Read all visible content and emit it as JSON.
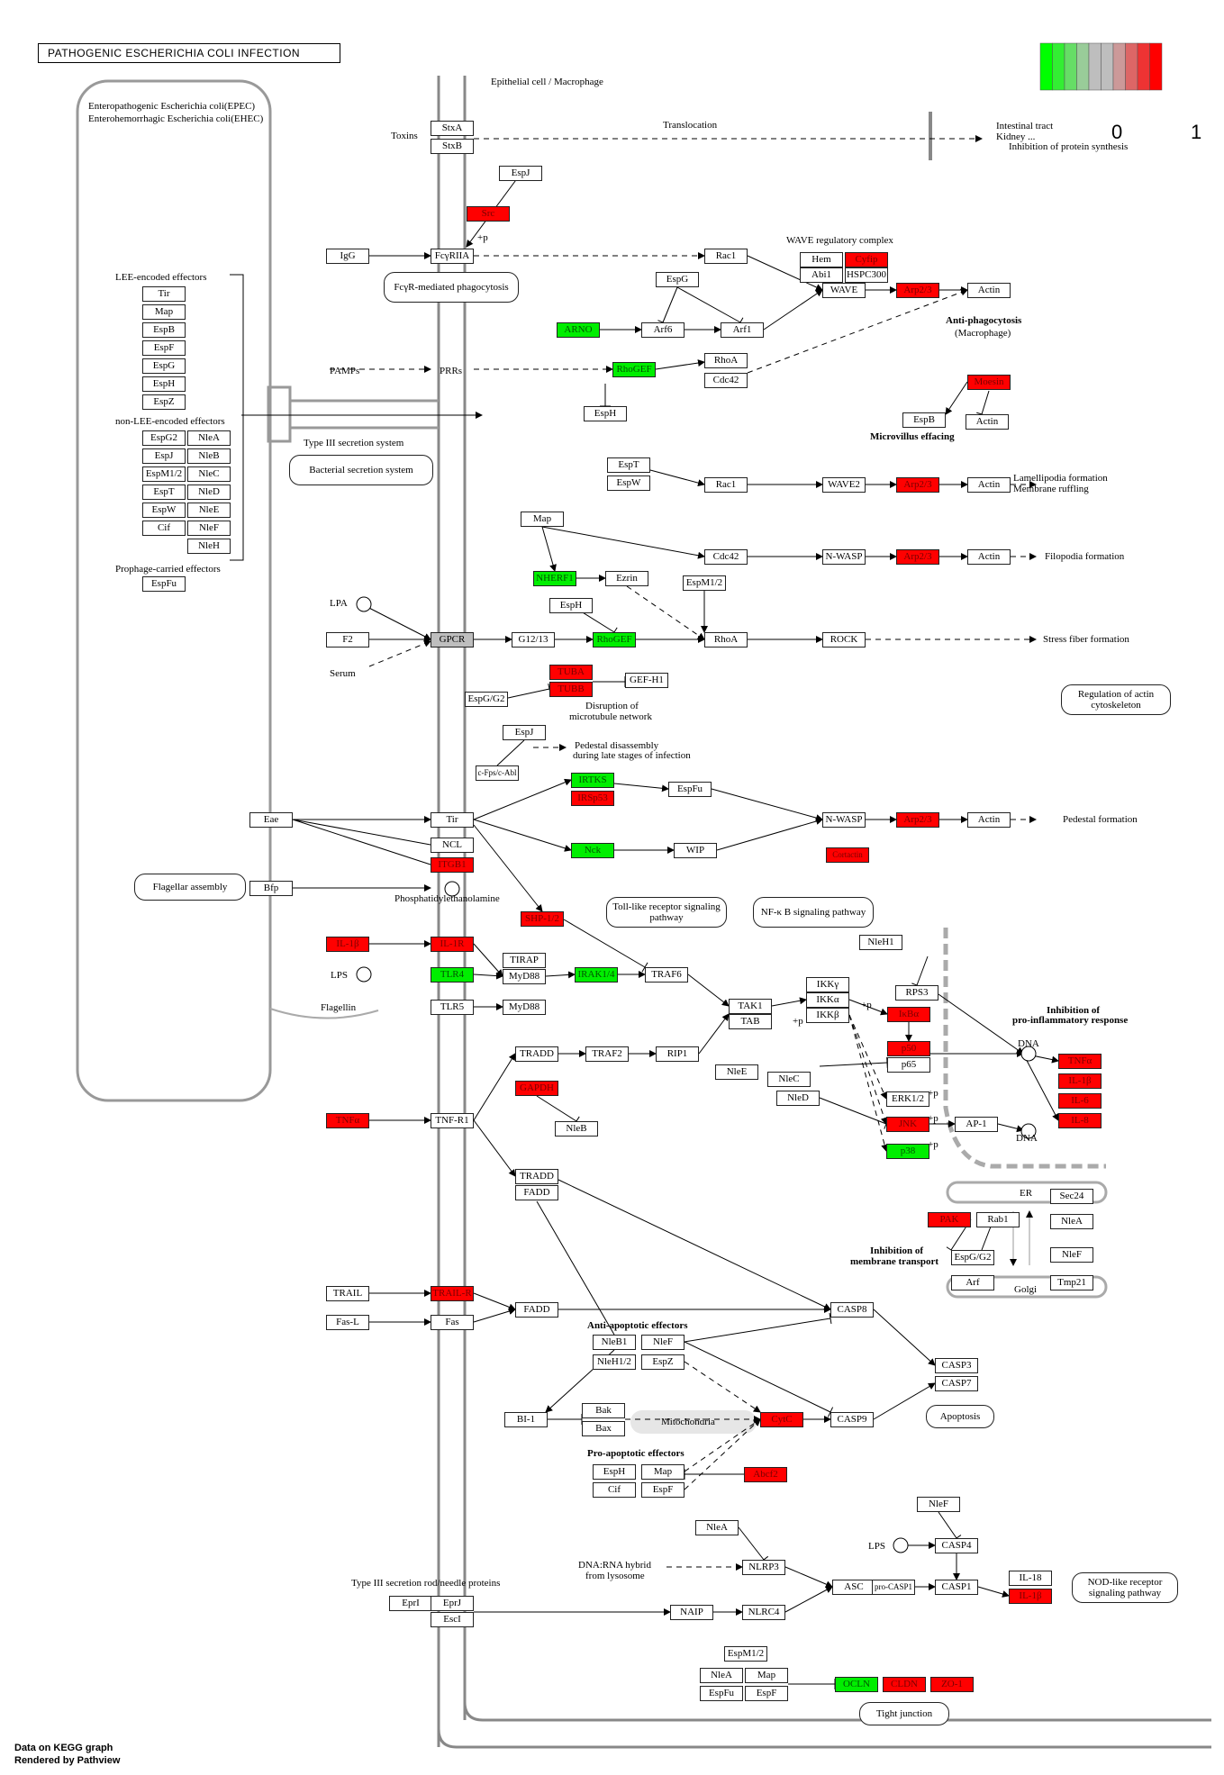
{
  "title": "PATHOGENIC ESCHERICHIA COLI INFECTION",
  "footer": {
    "line1": "Data on KEGG graph",
    "line2": "Rendered by Pathview"
  },
  "legend": {
    "low": "0",
    "high": "1",
    "colors": [
      "#00ff00",
      "#33ee33",
      "#66dd66",
      "#99cc99",
      "#bebebe",
      "#bebebe",
      "#cc9999",
      "#dd6666",
      "#ee3333",
      "#ff0000"
    ]
  },
  "labels": {
    "epithelial": "Epithelial cell / Macrophage",
    "epec": "Enteropathogenic Escherichia coli(EPEC)",
    "ehec": "Enterohemorrhagic Escherichia coli(EHEC)",
    "toxins": "Toxins",
    "translocation": "Translocation",
    "intestinal": "Intestinal tract",
    "kidney": "Kidney ...",
    "inhibition_protein": "Inhibition of protein synthesis",
    "lee": "LEE-encoded effectors",
    "nonlee": "non-LEE-encoded effectors",
    "prophage": "Prophage-carried effectors",
    "wave_complex": "WAVE regulatory complex",
    "anti_phago": "Anti-phagocytosis",
    "macrophage": "(Macrophage)",
    "pamps": "PAMPs",
    "prrs": "PRRs",
    "t3ss": "Type III secretion system",
    "microvillus": "Microvillus effacing",
    "lamellipodia1": "Lamellipodia formation",
    "lamellipodia2": "Membrane ruffling",
    "filopodia": "Filopodia formation",
    "lpa": "LPA",
    "serum": "Serum",
    "stress": "Stress fiber formation",
    "disruption1": "Disruption of",
    "disruption2": "microtubule network",
    "pedestal_dis1": "Pedestal disassembly",
    "pedestal_dis2": "during late stages of infection",
    "pedestal_form": "Pedestal formation",
    "ptdeth": "Phosphatidylethanolamine",
    "lps1": "LPS",
    "flagellin": "Flagellin",
    "inhib_pro1": "Inhibition of",
    "inhib_pro2": "pro-inflammatory response",
    "dna1": "DNA",
    "dna2": "DNA",
    "er": "ER",
    "golgi": "Golgi",
    "inhib_mem1": "Inhibition of",
    "inhib_mem2": "membrane transport",
    "anti_apop": "Anti-apoptotic effectors",
    "pro_apop": "Pro-apoptotic effectors",
    "mito": "Mitochondria",
    "lps2": "LPS",
    "dnarna1": "DNA:RNA hybrid",
    "dnarna2": "from lysosome",
    "t3rod": "Type III secretion rod/needle proteins",
    "plus_p": "+p"
  },
  "pathways": {
    "fcyr": "FcγR-mediated phagocytosis",
    "bact": "Bacterial secretion system",
    "flag": "Flagellar assembly",
    "tlr": "Toll-like receptor signaling pathway",
    "nfkb": "NF-κ B signaling pathway",
    "actin": "Regulation of actin cytoskeleton",
    "apop": "Apoptosis",
    "nod": "NOD-like receptor signaling pathway",
    "tight": "Tight junction"
  },
  "nodes": [
    {
      "id": "StxA",
      "label": "StxA",
      "color": "white"
    },
    {
      "id": "StxB",
      "label": "StxB",
      "color": "white"
    },
    {
      "id": "EspJ1",
      "label": "EspJ",
      "color": "white"
    },
    {
      "id": "Src",
      "label": "Src",
      "color": "red"
    },
    {
      "id": "IgG",
      "label": "IgG",
      "color": "white"
    },
    {
      "id": "FcgRIIA",
      "label": "FcγRIIA",
      "color": "white"
    },
    {
      "id": "Rac1a",
      "label": "Rac1",
      "color": "white"
    },
    {
      "id": "Hem",
      "label": "Hem",
      "color": "white"
    },
    {
      "id": "Cyfip",
      "label": "Cyfip",
      "color": "red"
    },
    {
      "id": "Abi1",
      "label": "Abi1",
      "color": "white"
    },
    {
      "id": "HSPC300",
      "label": "HSPC300",
      "color": "white"
    },
    {
      "id": "WAVE",
      "label": "WAVE",
      "color": "white"
    },
    {
      "id": "Arp23a",
      "label": "Arp2/3",
      "color": "red"
    },
    {
      "id": "Actin1",
      "label": "Actin",
      "color": "white"
    },
    {
      "id": "EspG1",
      "label": "EspG",
      "color": "white"
    },
    {
      "id": "ARNO",
      "label": "ARNO",
      "color": "green"
    },
    {
      "id": "Arf6",
      "label": "Arf6",
      "color": "white"
    },
    {
      "id": "Arf1",
      "label": "Arf1",
      "color": "white"
    },
    {
      "id": "RhoGEF1",
      "label": "RhoGEF",
      "color": "green"
    },
    {
      "id": "RhoA1",
      "label": "RhoA",
      "color": "white"
    },
    {
      "id": "Cdc42a",
      "label": "Cdc42",
      "color": "white"
    },
    {
      "id": "EspH1",
      "label": "EspH",
      "color": "white"
    },
    {
      "id": "Moesin",
      "label": "Moesin",
      "color": "red"
    },
    {
      "id": "EspB2",
      "label": "EspB",
      "color": "white"
    },
    {
      "id": "Actin2",
      "label": "Actin",
      "color": "white"
    },
    {
      "id": "Tir1",
      "label": "Tir",
      "color": "white"
    },
    {
      "id": "Map1",
      "label": "Map",
      "color": "white"
    },
    {
      "id": "EspB1",
      "label": "EspB",
      "color": "white"
    },
    {
      "id": "EspF1",
      "label": "EspF",
      "color": "white"
    },
    {
      "id": "EspG2",
      "label": "EspG",
      "color": "white"
    },
    {
      "id": "EspH2",
      "label": "EspH",
      "color": "white"
    },
    {
      "id": "EspZ1",
      "label": "EspZ",
      "color": "white"
    },
    {
      "id": "EspG2b",
      "label": "EspG2",
      "color": "white"
    },
    {
      "id": "NleA1",
      "label": "NleA",
      "color": "white"
    },
    {
      "id": "EspJ2",
      "label": "EspJ",
      "color": "white"
    },
    {
      "id": "NleB1",
      "label": "NleB",
      "color": "white"
    },
    {
      "id": "EspM12a",
      "label": "EspM1/2",
      "color": "white"
    },
    {
      "id": "NleC1",
      "label": "NleC",
      "color": "white"
    },
    {
      "id": "EspT1",
      "label": "EspT",
      "color": "white"
    },
    {
      "id": "NleD1",
      "label": "NleD",
      "color": "white"
    },
    {
      "id": "EspW1",
      "label": "EspW",
      "color": "white"
    },
    {
      "id": "NleE1",
      "label": "NleE",
      "color": "white"
    },
    {
      "id": "Cif1",
      "label": "Cif",
      "color": "white"
    },
    {
      "id": "NleF1",
      "label": "NleF",
      "color": "white"
    },
    {
      "id": "NleH1",
      "label": "NleH",
      "color": "white"
    },
    {
      "id": "EspFu1",
      "label": "EspFu",
      "color": "white"
    },
    {
      "id": "EspT2",
      "label": "EspT",
      "color": "white"
    },
    {
      "id": "EspW2",
      "label": "EspW",
      "color": "white"
    },
    {
      "id": "Rac1b",
      "label": "Rac1",
      "color": "white"
    },
    {
      "id": "WAVE2",
      "label": "WAVE2",
      "color": "white"
    },
    {
      "id": "Arp23b",
      "label": "Arp2/3",
      "color": "red"
    },
    {
      "id": "Actin3",
      "label": "Actin",
      "color": "white"
    },
    {
      "id": "Map2",
      "label": "Map",
      "color": "white"
    },
    {
      "id": "Cdc42b",
      "label": "Cdc42",
      "color": "white"
    },
    {
      "id": "NWASP1",
      "label": "N-WASP",
      "color": "white"
    },
    {
      "id": "Arp23c",
      "label": "Arp2/3",
      "color": "red"
    },
    {
      "id": "Actin4",
      "label": "Actin",
      "color": "white"
    },
    {
      "id": "NHERF1",
      "label": "NHERF1",
      "color": "green"
    },
    {
      "id": "Ezrin",
      "label": "Ezrin",
      "color": "white"
    },
    {
      "id": "EspM12b",
      "label": "EspM1/2",
      "color": "white"
    },
    {
      "id": "EspH3",
      "label": "EspH",
      "color": "white"
    },
    {
      "id": "F2",
      "label": "F2",
      "color": "white"
    },
    {
      "id": "GPCR",
      "label": "GPCR",
      "color": "grey"
    },
    {
      "id": "G1213",
      "label": "G12/13",
      "color": "white"
    },
    {
      "id": "RhoGEF2",
      "label": "RhoGEF",
      "color": "green"
    },
    {
      "id": "RhoA2",
      "label": "RhoA",
      "color": "white"
    },
    {
      "id": "ROCK",
      "label": "ROCK",
      "color": "white"
    },
    {
      "id": "TUBA",
      "label": "TUBA",
      "color": "red"
    },
    {
      "id": "TUBB",
      "label": "TUBB",
      "color": "red"
    },
    {
      "id": "GEFH1",
      "label": "GEF-H1",
      "color": "white"
    },
    {
      "id": "EspGG2",
      "label": "EspG/G2",
      "color": "white"
    },
    {
      "id": "EspJ3",
      "label": "EspJ",
      "color": "white"
    },
    {
      "id": "cFpsAbl",
      "label": "c-Fps/c-Abl",
      "color": "white"
    },
    {
      "id": "IRTKS",
      "label": "IRTKS",
      "color": "green"
    },
    {
      "id": "IRSp53",
      "label": "IRSp53",
      "color": "red"
    },
    {
      "id": "EspFu2",
      "label": "EspFu",
      "color": "white"
    },
    {
      "id": "NWASP2",
      "label": "N-WASP",
      "color": "white"
    },
    {
      "id": "Arp23d",
      "label": "Arp2/3",
      "color": "red"
    },
    {
      "id": "Actin5",
      "label": "Actin",
      "color": "white"
    },
    {
      "id": "Cortactin",
      "label": "Cortactin",
      "color": "red"
    },
    {
      "id": "Eae",
      "label": "Eae",
      "color": "white"
    },
    {
      "id": "Tir2",
      "label": "Tir",
      "color": "white"
    },
    {
      "id": "NCL",
      "label": "NCL",
      "color": "white"
    },
    {
      "id": "ITGB1",
      "label": "ITGB1",
      "color": "red"
    },
    {
      "id": "Nck",
      "label": "Nck",
      "color": "green"
    },
    {
      "id": "WIP",
      "label": "WIP",
      "color": "white"
    },
    {
      "id": "Bfp",
      "label": "Bfp",
      "color": "white"
    },
    {
      "id": "SHP12",
      "label": "SHP-1/2",
      "color": "red"
    },
    {
      "id": "IL1b1",
      "label": "IL-1β",
      "color": "red"
    },
    {
      "id": "IL1R",
      "label": "IL-1R",
      "color": "red"
    },
    {
      "id": "TIRAP",
      "label": "TIRAP",
      "color": "white"
    },
    {
      "id": "MyD88a",
      "label": "MyD88",
      "color": "white"
    },
    {
      "id": "TLR4",
      "label": "TLR4",
      "color": "green"
    },
    {
      "id": "IRAK14",
      "label": "IRAK1/4",
      "color": "green"
    },
    {
      "id": "TRAF6",
      "label": "TRAF6",
      "color": "white"
    },
    {
      "id": "TLR5",
      "label": "TLR5",
      "color": "white"
    },
    {
      "id": "MyD88b",
      "label": "MyD88",
      "color": "white"
    },
    {
      "id": "NleH1b",
      "label": "NleH1",
      "color": "white"
    },
    {
      "id": "IKKg",
      "label": "IKKγ",
      "color": "white"
    },
    {
      "id": "IKKa",
      "label": "IKKα",
      "color": "white"
    },
    {
      "id": "IKKb",
      "label": "IKKβ",
      "color": "white"
    },
    {
      "id": "TAK1",
      "label": "TAK1",
      "color": "white"
    },
    {
      "id": "TAB",
      "label": "TAB",
      "color": "white"
    },
    {
      "id": "RPS3",
      "label": "RPS3",
      "color": "white"
    },
    {
      "id": "IkBa",
      "label": "IκBα",
      "color": "red"
    },
    {
      "id": "p50",
      "label": "p50",
      "color": "red"
    },
    {
      "id": "p65",
      "label": "p65",
      "color": "white"
    },
    {
      "id": "NleE2",
      "label": "NleE",
      "color": "white"
    },
    {
      "id": "NleC2",
      "label": "NleC",
      "color": "white"
    },
    {
      "id": "NleD2",
      "label": "NleD",
      "color": "white"
    },
    {
      "id": "ERK12",
      "label": "ERK1/2",
      "color": "white"
    },
    {
      "id": "JNK",
      "label": "JNK",
      "color": "red"
    },
    {
      "id": "p38",
      "label": "p38",
      "color": "green"
    },
    {
      "id": "AP1",
      "label": "AP-1",
      "color": "white"
    },
    {
      "id": "TNFa2",
      "label": "TNFα",
      "color": "red"
    },
    {
      "id": "IL1b2",
      "label": "IL-1β",
      "color": "red"
    },
    {
      "id": "IL6",
      "label": "IL-6",
      "color": "red"
    },
    {
      "id": "IL8",
      "label": "IL-8",
      "color": "red"
    },
    {
      "id": "TRADD1",
      "label": "TRADD",
      "color": "white"
    },
    {
      "id": "TRAF2",
      "label": "TRAF2",
      "color": "white"
    },
    {
      "id": "RIP1",
      "label": "RIP1",
      "color": "white"
    },
    {
      "id": "GAPDH",
      "label": "GAPDH",
      "color": "red"
    },
    {
      "id": "NleB2",
      "label": "NleB",
      "color": "white"
    },
    {
      "id": "TNFa1",
      "label": "TNFα",
      "color": "red"
    },
    {
      "id": "TNFR1",
      "label": "TNF-R1",
      "color": "white"
    },
    {
      "id": "Sec24",
      "label": "Sec24",
      "color": "white"
    },
    {
      "id": "NleA2",
      "label": "NleA",
      "color": "white"
    },
    {
      "id": "PAK",
      "label": "PAK",
      "color": "red"
    },
    {
      "id": "Rab1",
      "label": "Rab1",
      "color": "white"
    },
    {
      "id": "EspGG2b",
      "label": "EspG/G2",
      "color": "white"
    },
    {
      "id": "NleF2",
      "label": "NleF",
      "color": "white"
    },
    {
      "id": "Arf",
      "label": "Arf",
      "color": "white"
    },
    {
      "id": "Tmp21",
      "label": "Tmp21",
      "color": "white"
    },
    {
      "id": "TRADD2",
      "label": "TRADD",
      "color": "white"
    },
    {
      "id": "FADD1",
      "label": "FADD",
      "color": "white"
    },
    {
      "id": "TRAIL",
      "label": "TRAIL",
      "color": "white"
    },
    {
      "id": "TRAILR",
      "label": "TRAIL-R",
      "color": "red"
    },
    {
      "id": "FADD2",
      "label": "FADD",
      "color": "white"
    },
    {
      "id": "CASP8",
      "label": "CASP8",
      "color": "white"
    },
    {
      "id": "FasL",
      "label": "Fas-L",
      "color": "white"
    },
    {
      "id": "Fas",
      "label": "Fas",
      "color": "white"
    },
    {
      "id": "NleB1b",
      "label": "NleB1",
      "color": "white"
    },
    {
      "id": "NleF3",
      "label": "NleF",
      "color": "white"
    },
    {
      "id": "NleH12",
      "label": "NleH1/2",
      "color": "white"
    },
    {
      "id": "EspZ2",
      "label": "EspZ",
      "color": "white"
    },
    {
      "id": "CASP3",
      "label": "CASP3",
      "color": "white"
    },
    {
      "id": "CASP7",
      "label": "CASP7",
      "color": "white"
    },
    {
      "id": "Bi1",
      "label": "BI-1",
      "color": "white"
    },
    {
      "id": "Bak",
      "label": "Bak",
      "color": "white"
    },
    {
      "id": "Bax",
      "label": "Bax",
      "color": "white"
    },
    {
      "id": "CytC",
      "label": "CytC",
      "color": "red"
    },
    {
      "id": "CASP9",
      "label": "CASP9",
      "color": "white"
    },
    {
      "id": "EspH4",
      "label": "EspH",
      "color": "white"
    },
    {
      "id": "Map3",
      "label": "Map",
      "color": "white"
    },
    {
      "id": "Cif2",
      "label": "Cif",
      "color": "white"
    },
    {
      "id": "EspF2",
      "label": "EspF",
      "color": "white"
    },
    {
      "id": "Abcf2",
      "label": "Abcf2",
      "color": "red"
    },
    {
      "id": "NleF4",
      "label": "NleF",
      "color": "white"
    },
    {
      "id": "CASP4",
      "label": "CASP4",
      "color": "white"
    },
    {
      "id": "NleA3",
      "label": "NleA",
      "color": "white"
    },
    {
      "id": "NLRP3",
      "label": "NLRP3",
      "color": "white"
    },
    {
      "id": "ASC",
      "label": "ASC",
      "color": "white"
    },
    {
      "id": "proCASP1",
      "label": "pro-CASP1",
      "color": "white"
    },
    {
      "id": "CASP1",
      "label": "CASP1",
      "color": "white"
    },
    {
      "id": "IL18",
      "label": "IL-18",
      "color": "white"
    },
    {
      "id": "IL1b3",
      "label": "IL-1β",
      "color": "red"
    },
    {
      "id": "EprI",
      "label": "EprI",
      "color": "white"
    },
    {
      "id": "EprJ",
      "label": "EprJ",
      "color": "white"
    },
    {
      "id": "EscI",
      "label": "EscI",
      "color": "white"
    },
    {
      "id": "NAIP",
      "label": "NAIP",
      "color": "white"
    },
    {
      "id": "NLRC4",
      "label": "NLRC4",
      "color": "white"
    },
    {
      "id": "EspM12c",
      "label": "EspM1/2",
      "color": "white"
    },
    {
      "id": "NleA4",
      "label": "NleA",
      "color": "white"
    },
    {
      "id": "Map4",
      "label": "Map",
      "color": "white"
    },
    {
      "id": "EspFu3",
      "label": "EspFu",
      "color": "white"
    },
    {
      "id": "EspF3",
      "label": "EspF",
      "color": "white"
    },
    {
      "id": "OCLN",
      "label": "OCLN",
      "color": "green"
    },
    {
      "id": "CLDN",
      "label": "CLDN",
      "color": "red"
    },
    {
      "id": "ZO1",
      "label": "ZO-1",
      "color": "red"
    }
  ]
}
